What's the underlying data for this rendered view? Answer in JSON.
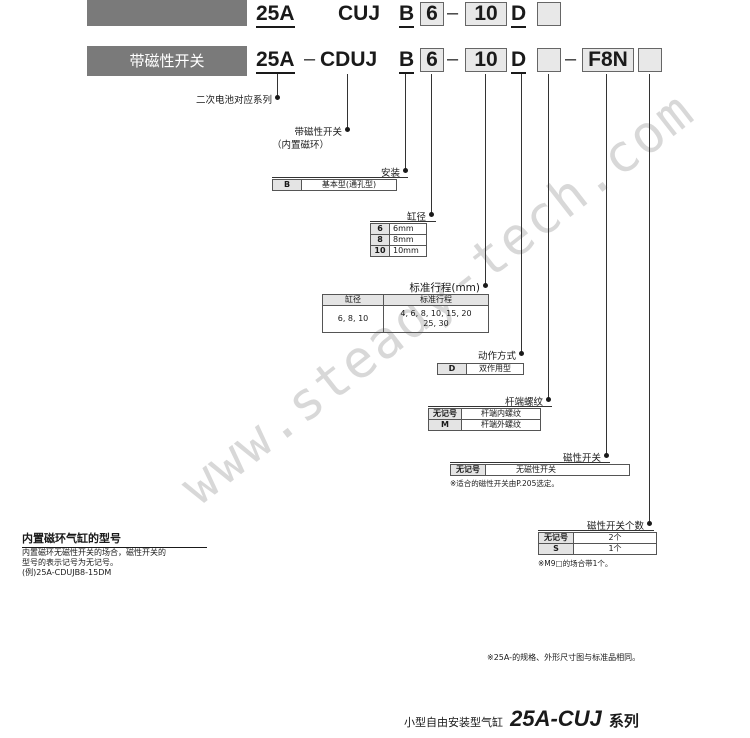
{
  "watermark": "www.steady-tech.com",
  "row1": {
    "prefix": "25A",
    "series": "CUJ",
    "mount": "B",
    "bore": "6",
    "dash": "–",
    "stroke": "10",
    "action": "D"
  },
  "row2": {
    "label": "带磁性开关",
    "prefix": "25A",
    "dash1": "–",
    "series": "CDUJ",
    "mount": "B",
    "bore": "6",
    "dash2": "–",
    "stroke": "10",
    "action": "D",
    "dash3": "–",
    "switch": "F8N"
  },
  "callouts": {
    "secondary_battery": "二次电池对应系列",
    "magnetic_switch_1": "带磁性开关",
    "magnetic_switch_2": "（内置磁环）",
    "mounting": "安装",
    "bore": "缸径",
    "stroke": "标准行程(mm)",
    "action": "动作方式",
    "rod_thread": "杆端螺纹",
    "switch": "磁性开关",
    "switch_count": "磁性开关个数"
  },
  "tables": {
    "mounting": [
      {
        "k": "B",
        "v": "基本型(通孔型)"
      }
    ],
    "bore": [
      {
        "k": "6",
        "v": "6mm"
      },
      {
        "k": "8",
        "v": "8mm"
      },
      {
        "k": "10",
        "v": "10mm"
      }
    ],
    "stroke": {
      "headers": [
        "缸径",
        "标准行程"
      ],
      "rows": [
        {
          "bore": "6, 8, 10",
          "strokes_1": "4, 6, 8, 10, 15, 20",
          "strokes_2": "25, 30"
        }
      ]
    },
    "action": [
      {
        "k": "D",
        "v": "双作用型"
      }
    ],
    "rod_thread": [
      {
        "k": "无记号",
        "v": "杆端内螺纹"
      },
      {
        "k": "M",
        "v": "杆端外螺纹"
      }
    ],
    "switch": [
      {
        "k": "无记号",
        "v": "无磁性开关"
      }
    ],
    "switch_count": [
      {
        "k": "无记号",
        "v": "2个"
      },
      {
        "k": "S",
        "v": "1个"
      }
    ]
  },
  "notes": {
    "switch_note": "※适合的磁性开关由P.205选定。",
    "count_note": "※M9□的场合带1个。",
    "spec_note": "※25A-的规格、外形尺寸图与标准品相同。"
  },
  "builtin": {
    "title": "内置磁环气缸的型号",
    "line1": "内置磁环无磁性开关的场合，磁性开关的",
    "line2": "型号的表示记号为无记号。",
    "line3": "(例)25A-CDUJB8-15DM"
  },
  "footer": {
    "prefix": "小型自由安装型气缸",
    "model": "25A-CUJ",
    "suffix": "系列"
  }
}
